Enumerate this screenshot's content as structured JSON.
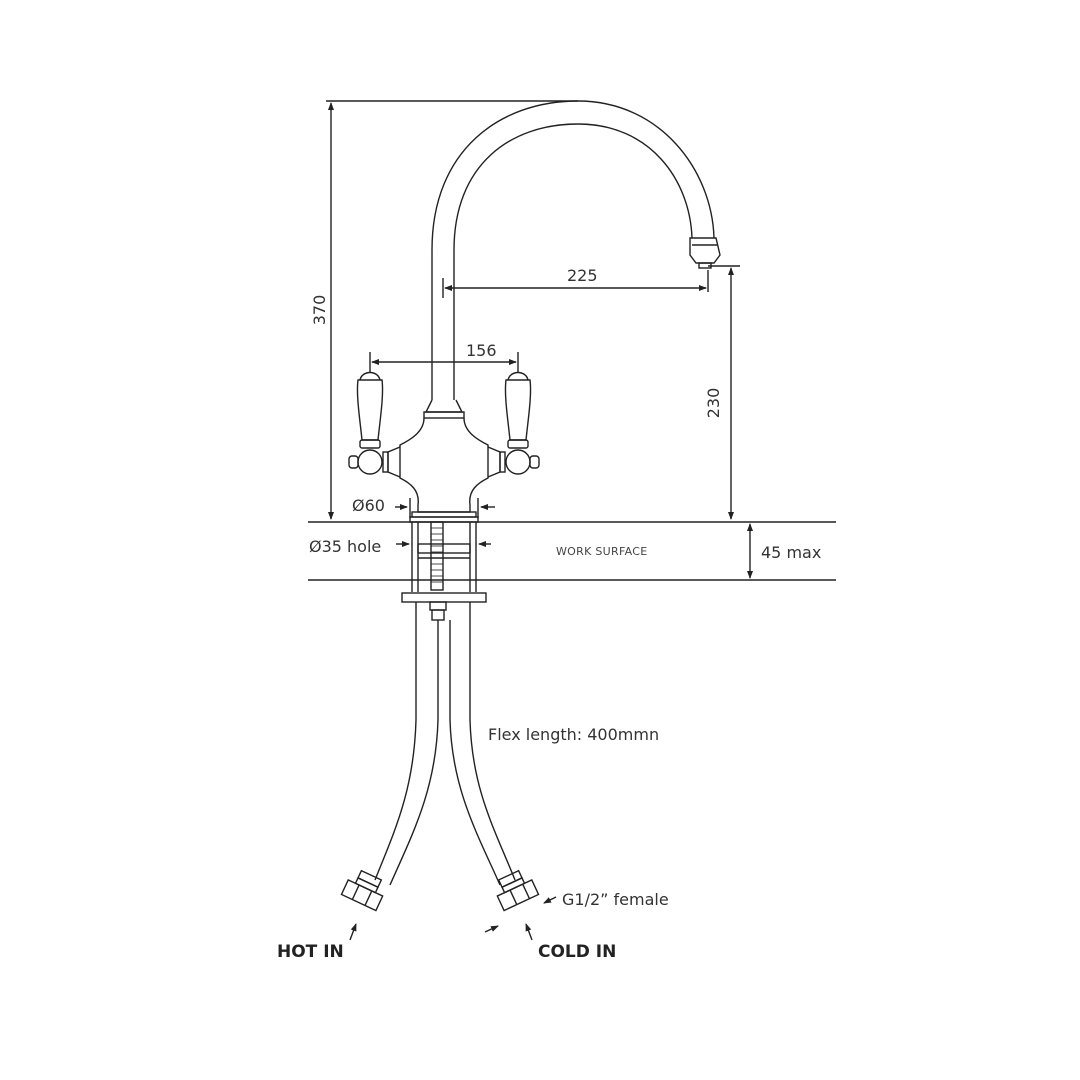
{
  "drawing": {
    "title": "Two-handle kitchen mixer tap dimensional drawing",
    "units": "mm",
    "colors": {
      "line": "#222222",
      "text": "#333333",
      "background": "#ffffff"
    }
  },
  "dimensions": {
    "overall_height": "370",
    "spout_reach": "225",
    "spout_clearance": "230",
    "handle_spacing": "156",
    "base_diameter": "Ø60",
    "hole_diameter": "Ø35 hole",
    "surface_thickness": "45 max"
  },
  "labels": {
    "work_surface": "WORK SURFACE",
    "flex_length": "Flex length: 400mmn",
    "connector": "G1/2” female",
    "hot_in": "HOT IN",
    "cold_in": "COLD IN"
  }
}
